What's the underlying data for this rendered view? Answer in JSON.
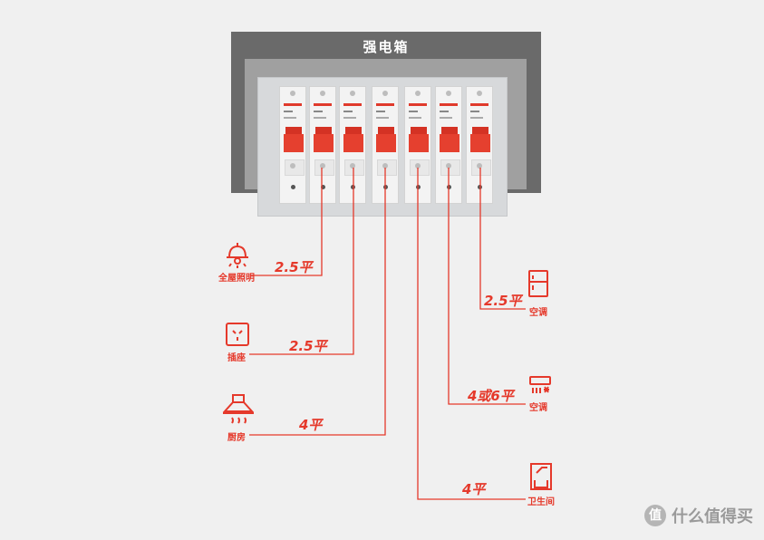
{
  "panel": {
    "title": "强电箱"
  },
  "breakers": [
    {
      "id": 1
    },
    {
      "id": 2
    },
    {
      "id": 3
    },
    {
      "id": 4
    },
    {
      "id": 5
    },
    {
      "id": 6
    },
    {
      "id": 7
    }
  ],
  "circuits": [
    {
      "wire": "2.5平",
      "room": "全屋照明",
      "icon": "ceiling-lamp-icon"
    },
    {
      "wire": "2.5平",
      "room": "插座",
      "icon": "socket-icon"
    },
    {
      "wire": "4平",
      "room": "厨房",
      "icon": "range-hood-icon"
    },
    {
      "wire": "4平",
      "room": "卫生间",
      "icon": "water-heater-icon"
    },
    {
      "wire": "4或6平",
      "room": "空调",
      "icon": "air-conditioner-icon"
    },
    {
      "wire": "2.5平",
      "room": "空调",
      "icon": "refrigerator-icon"
    }
  ],
  "watermark": {
    "text": "值 什么值得买",
    "logo": "值"
  },
  "colors": {
    "accent": "#e5392b",
    "panel": "#6a6a6a"
  }
}
